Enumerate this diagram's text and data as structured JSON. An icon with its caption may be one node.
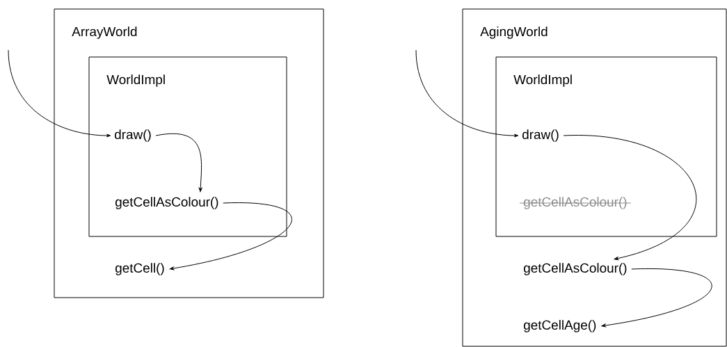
{
  "diagram": {
    "nodes": [
      {
        "text": [
          "ArrayWorld"
        ]
      },
      {
        "text": [
          "WorldImpl"
        ],
        "in": 0
      },
      {
        "text": [
          "draw()"
        ],
        "in": 1
      },
      {
        "text": [
          "getCellAsColour()"
        ],
        "in": 1
      },
      {
        "text": [
          "getCell()"
        ],
        "in": 0
      },
      {
        "text": [
          "AgingWorld"
        ]
      },
      {
        "text": [
          "WorldImpl"
        ],
        "in": 5
      },
      {
        "text": [
          "draw()"
        ],
        "in": 6
      },
      {
        "text": [
          "getCellAsColour()"
        ],
        "in": 6
      },
      {
        "text": [
          "getCellAsColour()"
        ],
        "in": 5
      },
      {
        "text": [
          "getCellAge()"
        ],
        "in": 5
      }
    ],
    "edges": [
      {
        "from": null,
        "to": 2,
        "arrow": "to"
      },
      {
        "from": 2,
        "to": 3,
        "arrow": "to"
      },
      {
        "from": 3,
        "to": 4,
        "arrow": "to"
      },
      {
        "from": null,
        "to": 7,
        "arrow": "to"
      },
      {
        "from": 7,
        "to": 9,
        "arrow": "to"
      },
      {
        "from": 9,
        "to": 10,
        "arrow": "to"
      }
    ]
  }
}
